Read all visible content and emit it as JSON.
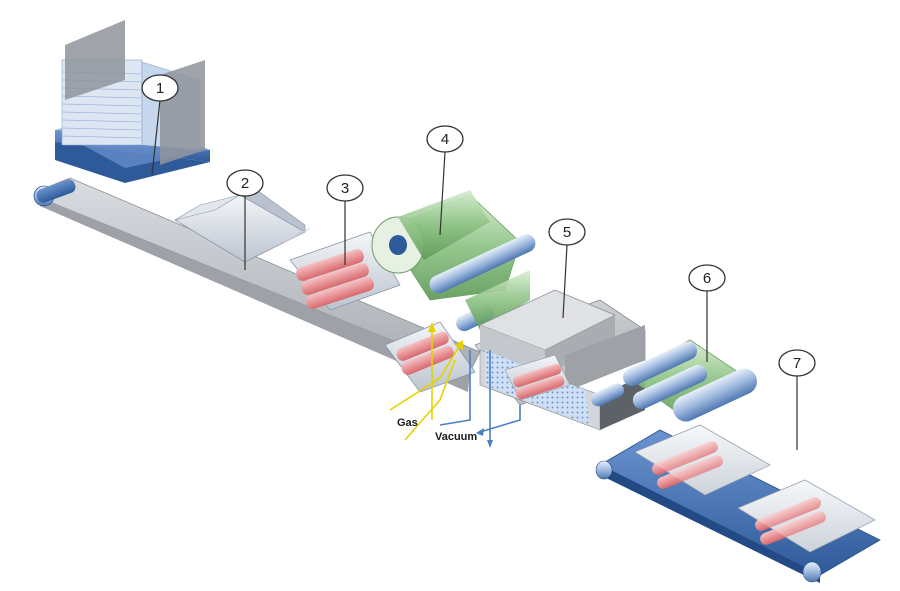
{
  "callouts": [
    {
      "number": "1"
    },
    {
      "number": "2"
    },
    {
      "number": "3"
    },
    {
      "number": "4"
    },
    {
      "number": "5"
    },
    {
      "number": "6"
    },
    {
      "number": "7"
    }
  ],
  "flows": {
    "gas_label": "Gas",
    "vacuum_label": "Vacuum"
  },
  "colors": {
    "conveyor_blue": "#3f6fb3",
    "conveyor_grey": "#c9ccd1",
    "film_green": "#7fb37a",
    "product_pink": "#e88a8e",
    "gas_yellow": "#e6d200",
    "vacuum_blue": "#4a7fc4",
    "machine_grey": "#b5b8bc"
  }
}
